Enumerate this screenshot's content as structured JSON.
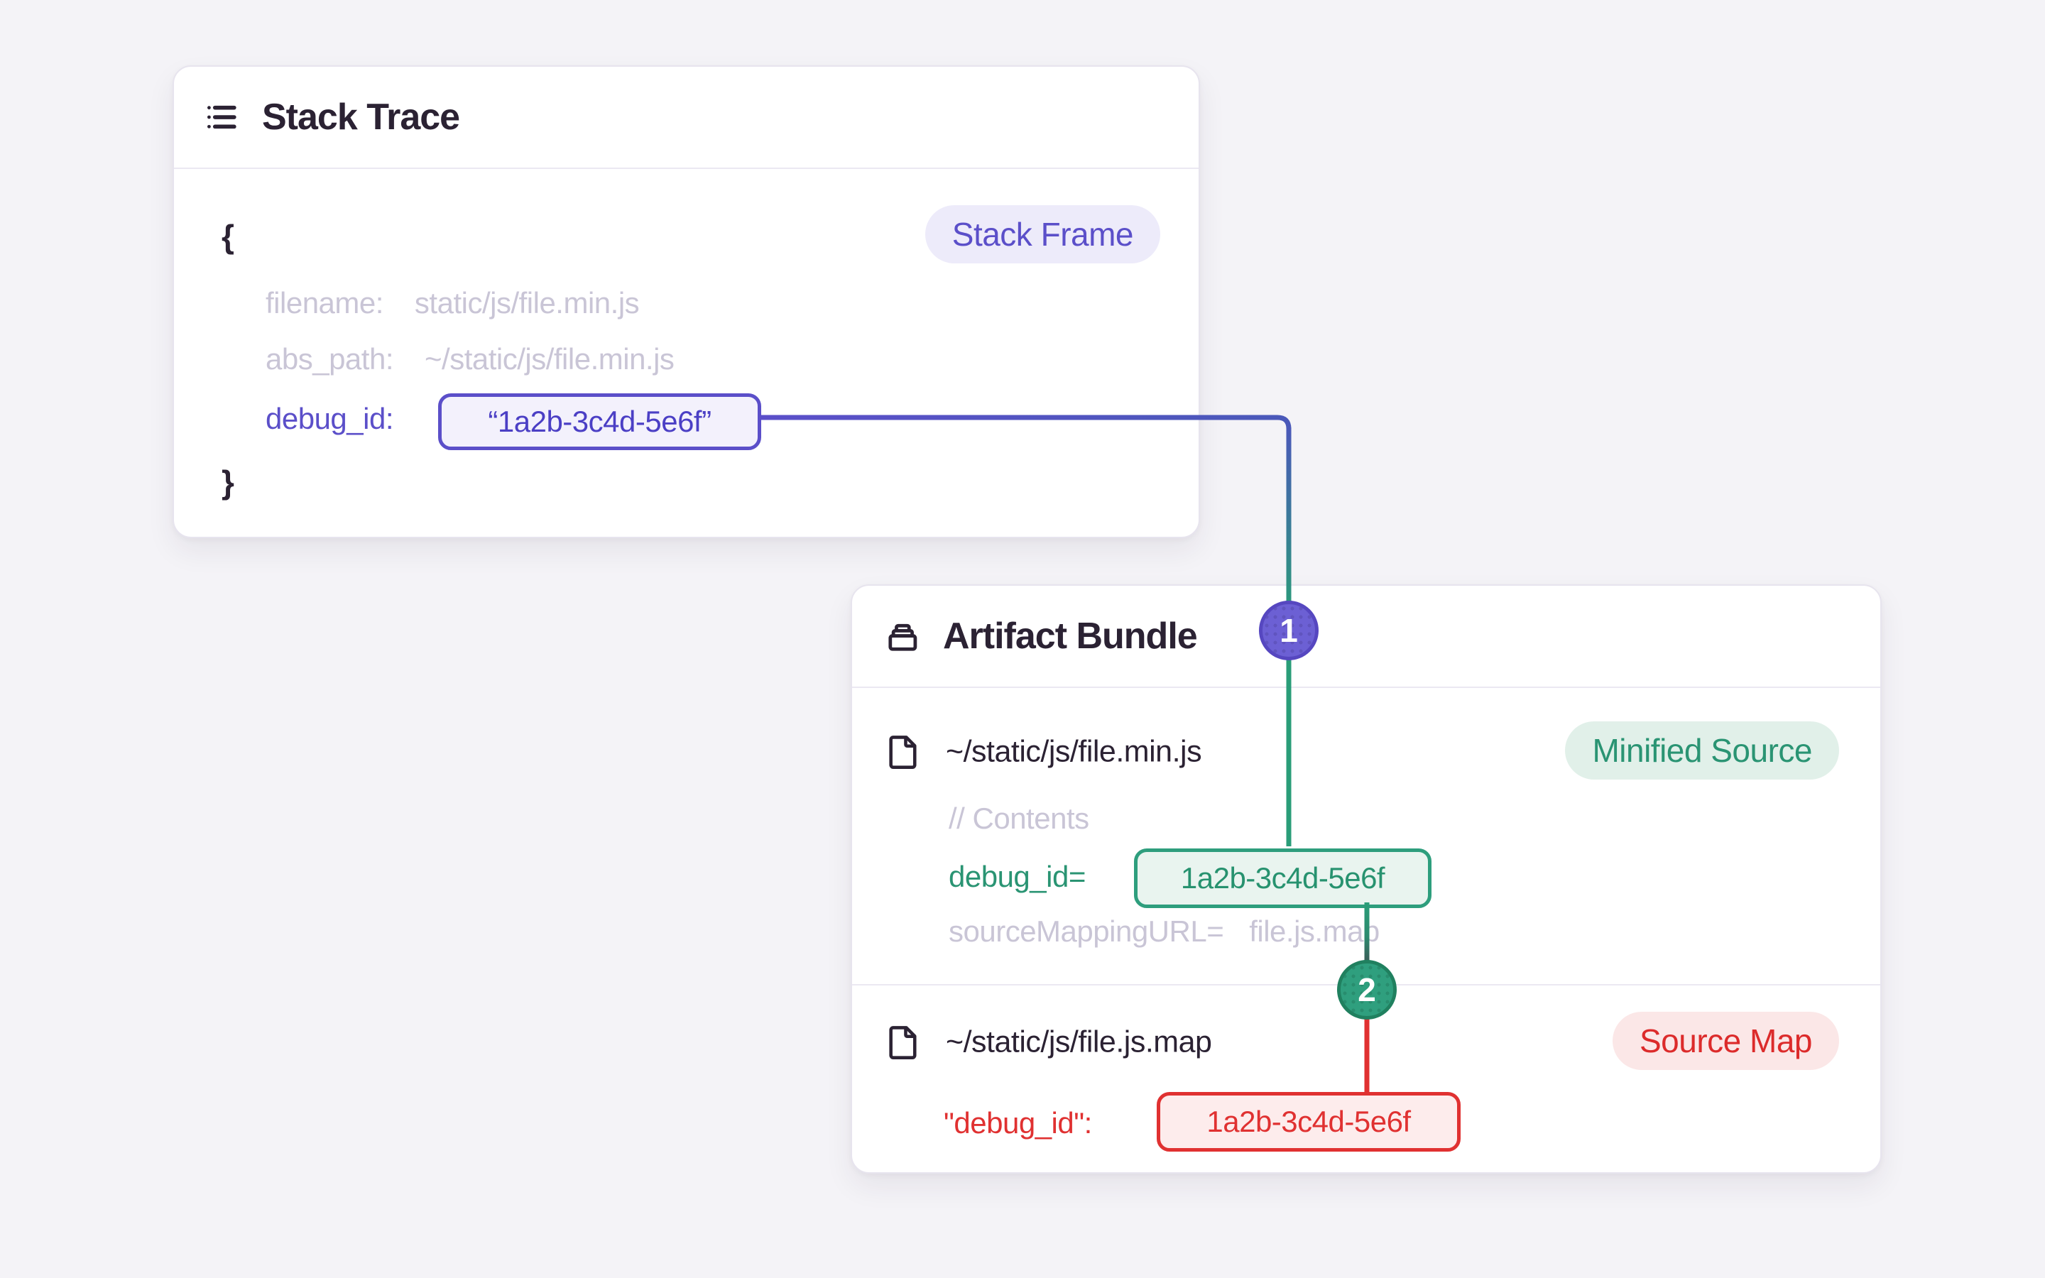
{
  "diagram": {
    "background": "#F4F3F7",
    "stack_trace": {
      "title": "Stack Trace",
      "badge": "Stack Frame",
      "open_brace": "{",
      "close_brace": "}",
      "fields": [
        {
          "key": "filename:",
          "value": "static/js/file.min.js"
        },
        {
          "key": "abs_path:",
          "value": "~/static/js/file.min.js"
        }
      ],
      "debug": {
        "key": "debug_id:",
        "value": "“1a2b-3c4d-5e6f”"
      }
    },
    "artifact_bundle": {
      "title": "Artifact Bundle",
      "minified": {
        "path": "~/static/js/file.min.js",
        "badge": "Minified Source",
        "comment": "// Contents",
        "debug": {
          "key": "debug_id=",
          "value": "1a2b-3c4d-5e6f"
        },
        "source_mapping": {
          "key": "sourceMappingURL=",
          "value": "file.js.map"
        }
      },
      "source_map": {
        "path": "~/static/js/file.js.map",
        "badge": "Source Map",
        "debug": {
          "key": "\"debug_id\":",
          "value": "1a2b-3c4d-5e6f"
        }
      }
    },
    "steps": {
      "one": "1",
      "two": "2"
    },
    "icons": {
      "stack_trace_header": "list-icon",
      "artifact_bundle_header": "archive-stack-icon",
      "file_rows": "file-icon"
    },
    "colors": {
      "purple": "#5B4FC9",
      "indigo_line": "#4A58B9",
      "green_text": "#2A9473",
      "green_line": "#2A9D78",
      "red": "#E03131",
      "dark_text": "#2B2233",
      "muted_code": "#C9C5D6",
      "card_border": "#E7E4EE",
      "purple_box_bg": "#F3F1FC",
      "green_box_bg": "#E9F4EF",
      "red_box_bg": "#FDECEC",
      "badge_purple_bg": "#EDEBFA",
      "badge_green_bg": "#E1F0E9",
      "badge_red_bg": "#FBE7E7",
      "step1_fill": "#6C60D4",
      "step2_fill": "#2F9F7E"
    }
  }
}
